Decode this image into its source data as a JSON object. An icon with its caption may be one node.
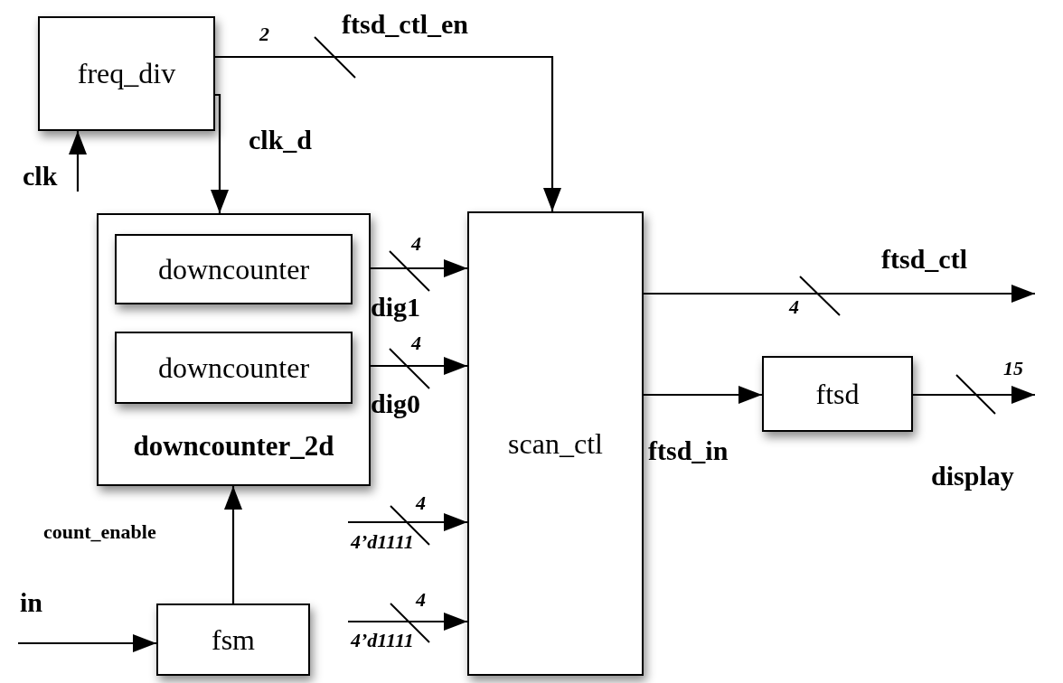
{
  "diagram": {
    "nodes": [
      {
        "text": [
          "freq_div"
        ]
      },
      {
        "text": [
          "downcounter_2d"
        ]
      },
      {
        "text": [
          "downcounter"
        ],
        "in": 1
      },
      {
        "text": [
          "downcounter"
        ],
        "in": 1
      },
      {
        "text": [
          "scan_ctl"
        ]
      },
      {
        "text": [
          "ftsd"
        ]
      },
      {
        "text": [
          "fsm"
        ]
      }
    ],
    "edges": [
      {
        "from": null,
        "to": 0,
        "arrow": "to",
        "label": "clk"
      },
      {
        "from": 0,
        "to": 1,
        "arrow": "to",
        "label": "clk_d"
      },
      {
        "from": 0,
        "to": 4,
        "arrow": "to",
        "label": "ftsd_ctl_en"
      },
      {
        "from": 2,
        "to": 4,
        "arrow": "to",
        "label": "dig1"
      },
      {
        "from": 3,
        "to": 4,
        "arrow": "to",
        "label": "dig0"
      },
      {
        "from": 6,
        "to": 1,
        "arrow": "to",
        "label": "count_enable"
      },
      {
        "from": null,
        "to": 6,
        "arrow": "to",
        "label": "in"
      },
      {
        "from": null,
        "to": 4,
        "arrow": "to",
        "label": "4’d1111"
      },
      {
        "from": null,
        "to": 4,
        "arrow": "to",
        "label": "4’d1111"
      },
      {
        "from": 4,
        "to": null,
        "arrow": "to",
        "label": "ftsd_ctl"
      },
      {
        "from": 4,
        "to": 5,
        "arrow": "to",
        "label": "ftsd_in"
      },
      {
        "from": 5,
        "to": null,
        "arrow": "to",
        "label": "display"
      }
    ],
    "labels": [
      "2",
      "4",
      "4",
      "4",
      "15",
      "4",
      "4"
    ]
  }
}
